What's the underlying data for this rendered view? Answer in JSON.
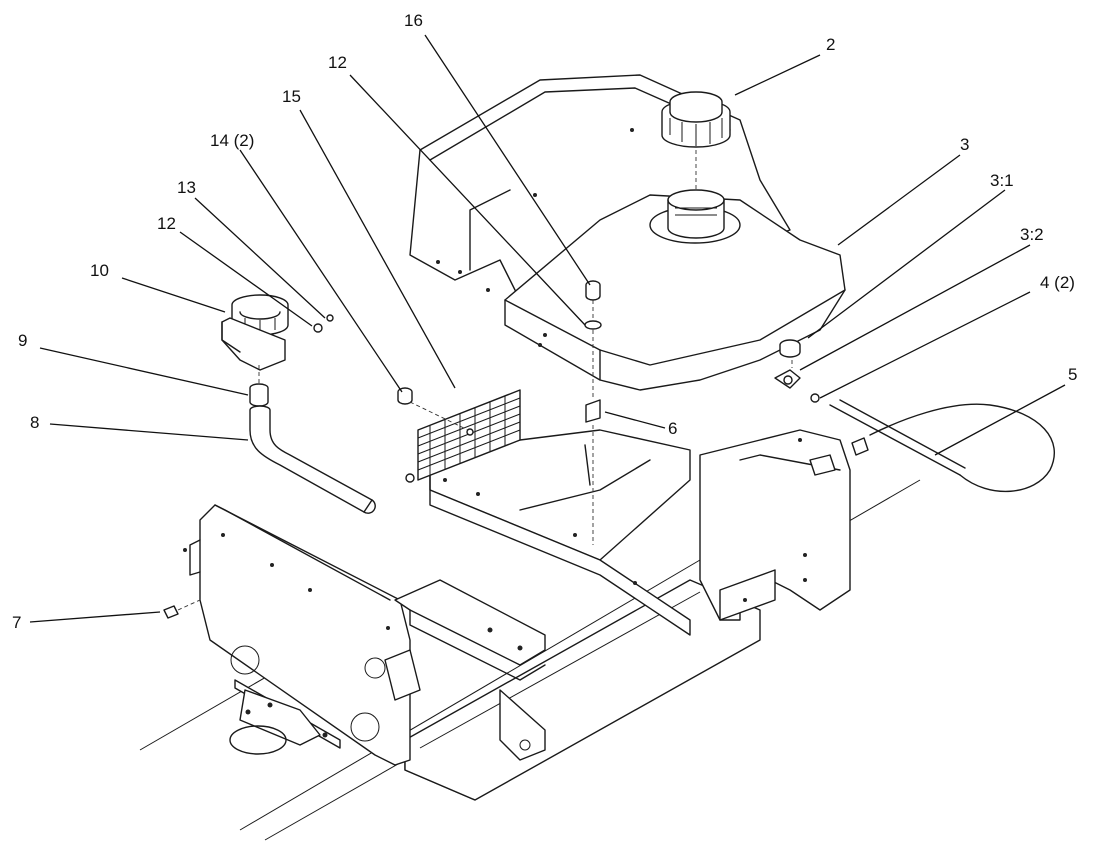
{
  "callouts": [
    {
      "id": "c16",
      "label": "16"
    },
    {
      "id": "c2",
      "label": "2"
    },
    {
      "id": "c12a",
      "label": "12"
    },
    {
      "id": "c15",
      "label": "15"
    },
    {
      "id": "c14",
      "label": "14 (2)"
    },
    {
      "id": "c3",
      "label": "3"
    },
    {
      "id": "c13",
      "label": "13"
    },
    {
      "id": "c3_1",
      "label": "3:1"
    },
    {
      "id": "c12b",
      "label": "12"
    },
    {
      "id": "c3_2",
      "label": "3:2"
    },
    {
      "id": "c10",
      "label": "10"
    },
    {
      "id": "c4",
      "label": "4 (2)"
    },
    {
      "id": "c5",
      "label": "5"
    },
    {
      "id": "c9",
      "label": "9"
    },
    {
      "id": "c8",
      "label": "8"
    },
    {
      "id": "c6",
      "label": "6"
    },
    {
      "id": "c7",
      "label": "7"
    }
  ]
}
